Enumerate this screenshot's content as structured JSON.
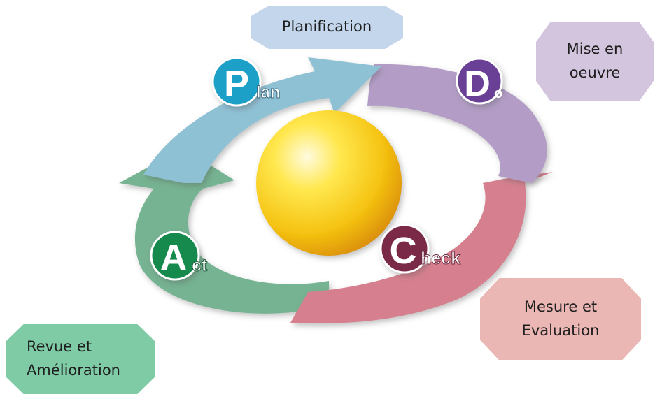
{
  "stages": {
    "plan": {
      "letter": "P",
      "rest": "lan",
      "description_lines": [
        "Planification"
      ]
    },
    "do": {
      "letter": "D",
      "rest": "o",
      "description_lines": [
        "Mise en",
        "oeuvre"
      ]
    },
    "check": {
      "letter": "C",
      "rest": "heck",
      "description_lines": [
        "Mesure et",
        "Evaluation"
      ]
    },
    "act": {
      "letter": "A",
      "rest": "ct",
      "description_lines": [
        "Revue et",
        "Amélioration"
      ]
    }
  },
  "colors": {
    "plan_arrow": "#8fc1d5",
    "do_arrow": "#b39dc6",
    "check_arrow": "#d6808f",
    "act_arrow": "#76b392",
    "plan_badge": "#1aa0c8",
    "do_badge": "#6a3f96",
    "check_badge": "#7a2b47",
    "act_badge": "#138a4e",
    "sphere": "#f6c511"
  },
  "icons": {
    "center": "sun-sphere-icon"
  }
}
